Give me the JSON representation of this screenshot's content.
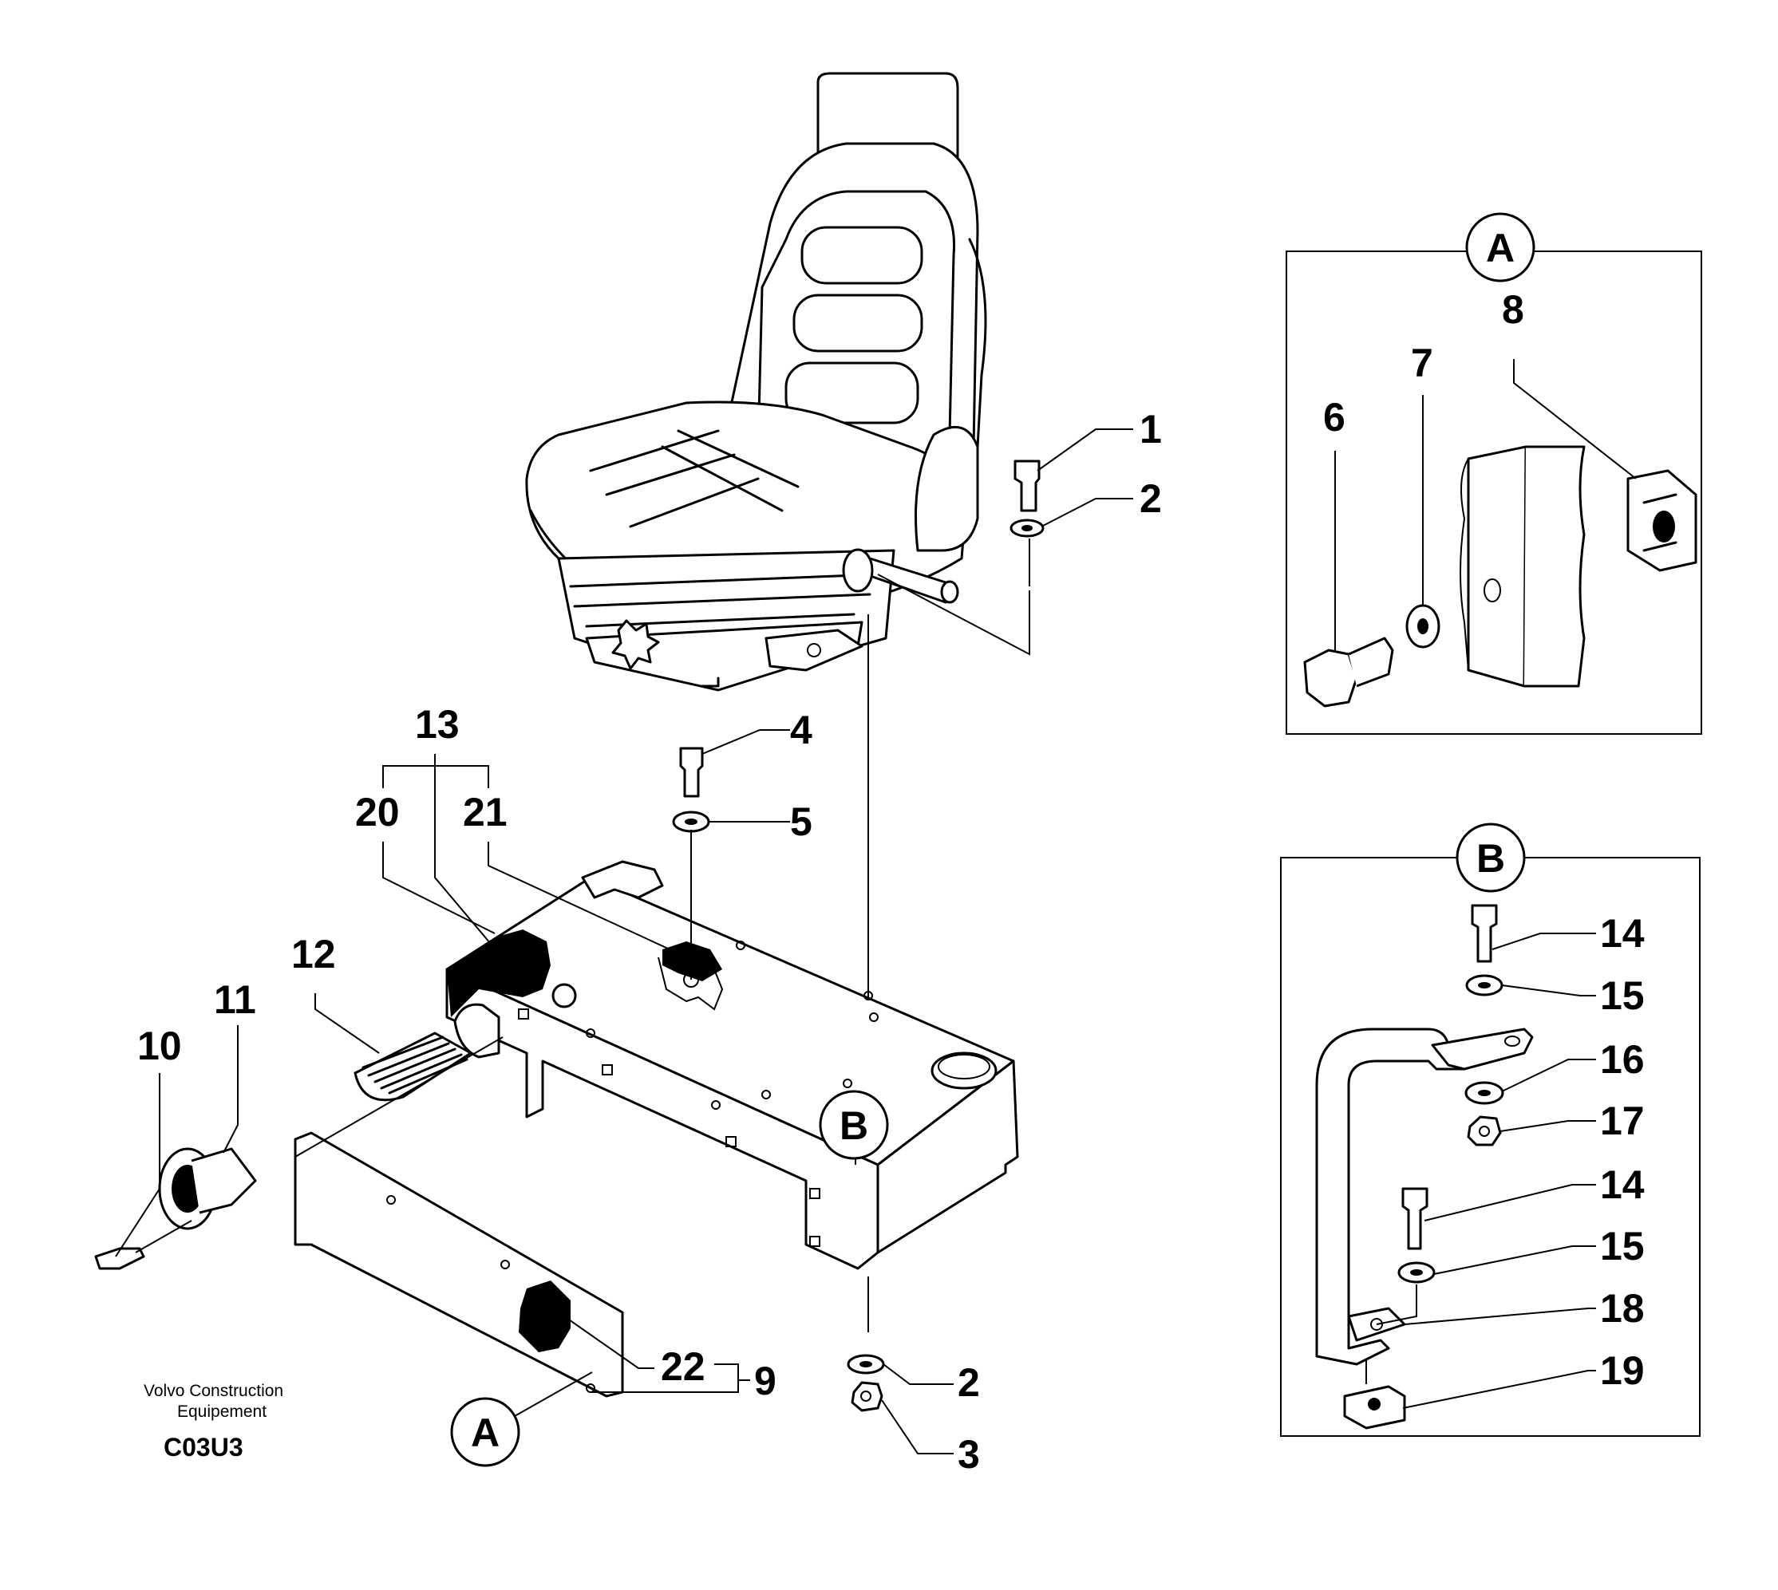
{
  "diagram": {
    "callouts": {
      "c1": "1",
      "c2a": "2",
      "c2b": "2",
      "c3": "3",
      "c4": "4",
      "c5": "5",
      "c6": "6",
      "c7": "7",
      "c8": "8",
      "c9": "9",
      "c10": "10",
      "c11": "11",
      "c12": "12",
      "c13": "13",
      "c14a": "14",
      "c14b": "14",
      "c15a": "15",
      "c15b": "15",
      "c16": "16",
      "c17": "17",
      "c18": "18",
      "c19": "19",
      "c20": "20",
      "c21": "21",
      "c22": "22"
    },
    "detail_markers": {
      "a_main": "A",
      "a_detail": "A",
      "b_main": "B",
      "b_detail": "B"
    },
    "footer": {
      "company_line1": "Volvo Construction",
      "company_line2": "Equipement",
      "drawing_code": "C03U3"
    }
  }
}
